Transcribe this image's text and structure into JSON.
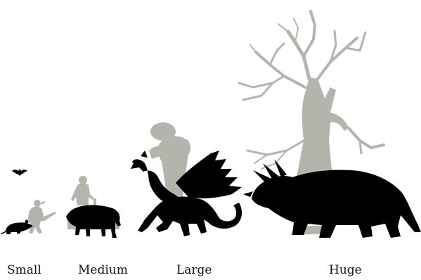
{
  "categories": [
    {
      "label": "Small"
    },
    {
      "label": "Medium"
    },
    {
      "label": "Large"
    },
    {
      "label": "Huge"
    }
  ],
  "colors": {
    "silhouette": "#000000",
    "shadow": "#b4b4ac",
    "background": "#ffffff"
  },
  "icons": [
    "bat-icon",
    "rat-icon",
    "goblin-icon",
    "wolf-icon",
    "human-icon",
    "boar-icon",
    "giant-icon",
    "dragon-icon",
    "tree-icon",
    "triceratops-icon"
  ]
}
